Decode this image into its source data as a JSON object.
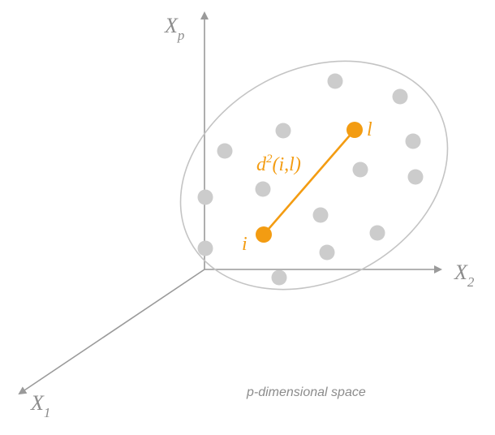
{
  "colors": {
    "axis": "#9a9a9a",
    "axis_label": "#8c8c8c",
    "ellipse": "#c4c4c4",
    "point": "#cccccc",
    "highlight": "#f39c12",
    "caption": "#8c8c8c"
  },
  "axes": {
    "xp": {
      "main": "X",
      "sub": "p"
    },
    "x2": {
      "main": "X",
      "sub": "2"
    },
    "x1": {
      "main": "X",
      "sub": "1"
    }
  },
  "highlight": {
    "point_i": "i",
    "point_l": "l",
    "distance": {
      "base": "d",
      "exp": "2",
      "args": "(i,l)"
    }
  },
  "caption": "p-dimensional space",
  "observations_count": 16
}
